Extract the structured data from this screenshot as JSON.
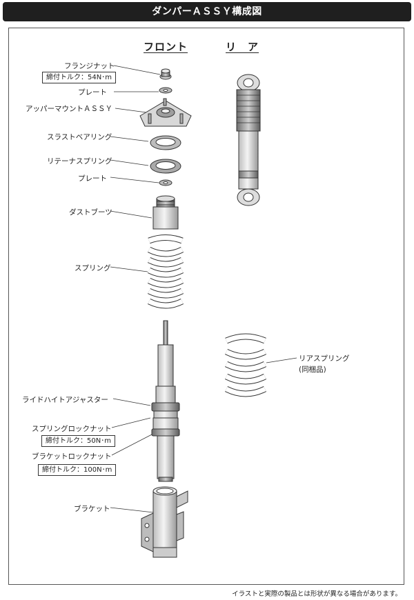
{
  "title": "ダンパーＡＳＳＹ構成図",
  "headings": {
    "front": "フロント",
    "rear": "リ　ア"
  },
  "front_parts": {
    "flange_nut": "フランジナット",
    "flange_nut_torque": "締付トルク：54N･m",
    "plate_upper": "プレート",
    "upper_mount": "アッパーマウントＡＳＳＹ",
    "thrust_bearing": "スラストベアリング",
    "retainer_spring": "リテーナスプリング",
    "plate_lower": "プレート",
    "dust_boot": "ダストブーツ",
    "spring": "スプリング",
    "ride_height_adjuster": "ライドハイトアジャスター",
    "spring_lock_nut": "スプリングロックナット",
    "spring_lock_nut_torque": "締付トルク：50N･m",
    "bracket_lock_nut": "ブラケットロックナット",
    "bracket_lock_nut_torque": "締付トルク：100N･m",
    "bracket": "ブラケット"
  },
  "rear_parts": {
    "rear_spring": "リアスプリング",
    "rear_spring_note": "(同梱品)"
  },
  "footnote": "イラストと実際の製品とは形状が異なる場合があります。"
}
